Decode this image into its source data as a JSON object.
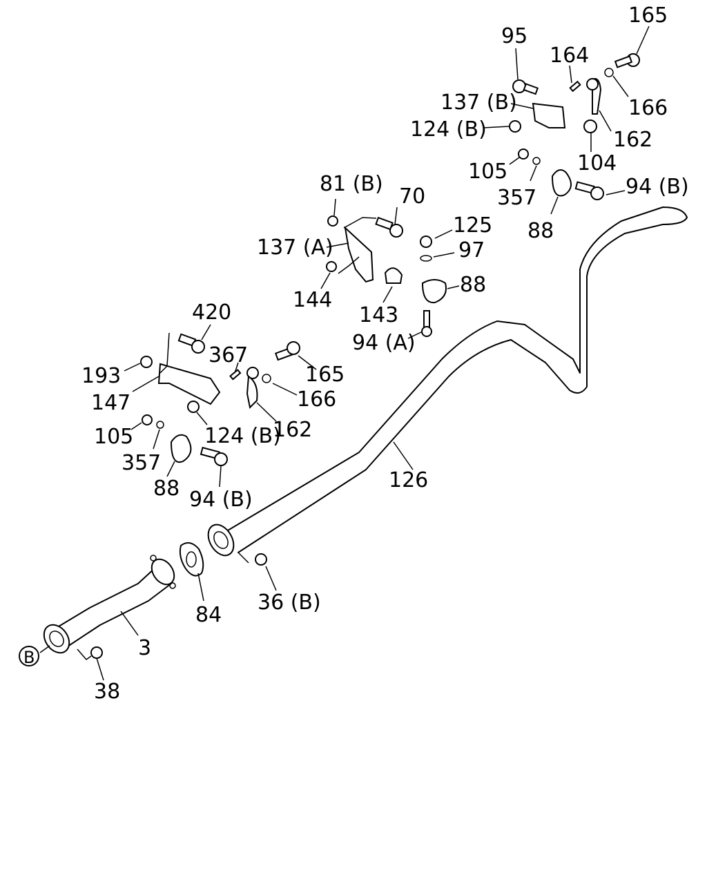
{
  "diagram": {
    "callouts": {
      "c165_top": "165",
      "c95": "95",
      "c164": "164",
      "c137b": "137 (B)",
      "c166_top": "166",
      "c124b_top": "124 (B)",
      "c162_top": "162",
      "c104": "104",
      "c105_top": "105",
      "c94b_top": "94 (B)",
      "c357_top": "357",
      "c88_top": "88",
      "c81b": "81 (B)",
      "c70": "70",
      "c125": "125",
      "c137a": "137 (A)",
      "c97": "97",
      "c88_mid": "88",
      "c144": "144",
      "c143": "143",
      "c94a": "94 (A)",
      "c420": "420",
      "c367": "367",
      "c165_mid": "165",
      "c193": "193",
      "c147": "147",
      "c166_mid": "166",
      "c105_bot": "105",
      "c124b_bot": "124 (B)",
      "c162_bot": "162",
      "c357_bot": "357",
      "c88_bot": "88",
      "c94b_bot": "94 (B)",
      "c126": "126",
      "c84": "84",
      "c36b": "36 (B)",
      "c3": "3",
      "cB": "B",
      "c38": "38"
    }
  }
}
